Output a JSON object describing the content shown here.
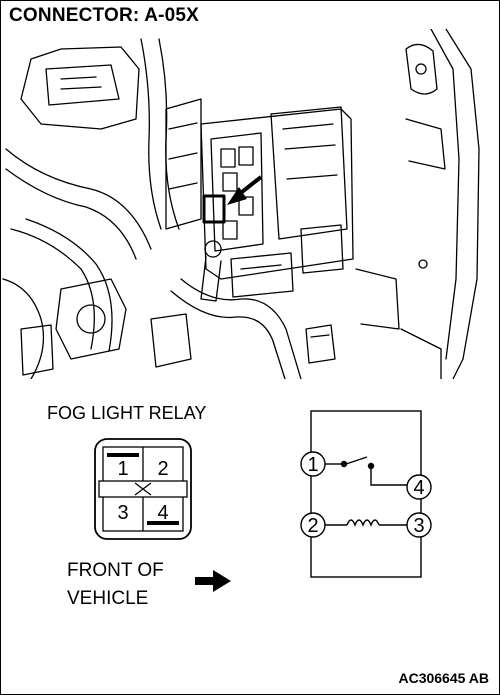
{
  "header": {
    "connector_title": "CONNECTOR: A-05X"
  },
  "relay": {
    "title": "FOG LIGHT RELAY",
    "pins": [
      "1",
      "2",
      "3",
      "4"
    ],
    "schematic_terminals": [
      "1",
      "4",
      "2",
      "3"
    ]
  },
  "orientation": {
    "line1": "FRONT OF",
    "line2": "VEHICLE"
  },
  "figure": {
    "reference_code": "AC306645 AB"
  },
  "icons": {
    "location_arrow": "arrow-pointer-icon",
    "front_arrow": "arrow-right-icon",
    "switch": "relay-switch-icon",
    "coil": "relay-coil-icon"
  },
  "colors": {
    "ink": "#000000",
    "paper": "#ffffff"
  }
}
